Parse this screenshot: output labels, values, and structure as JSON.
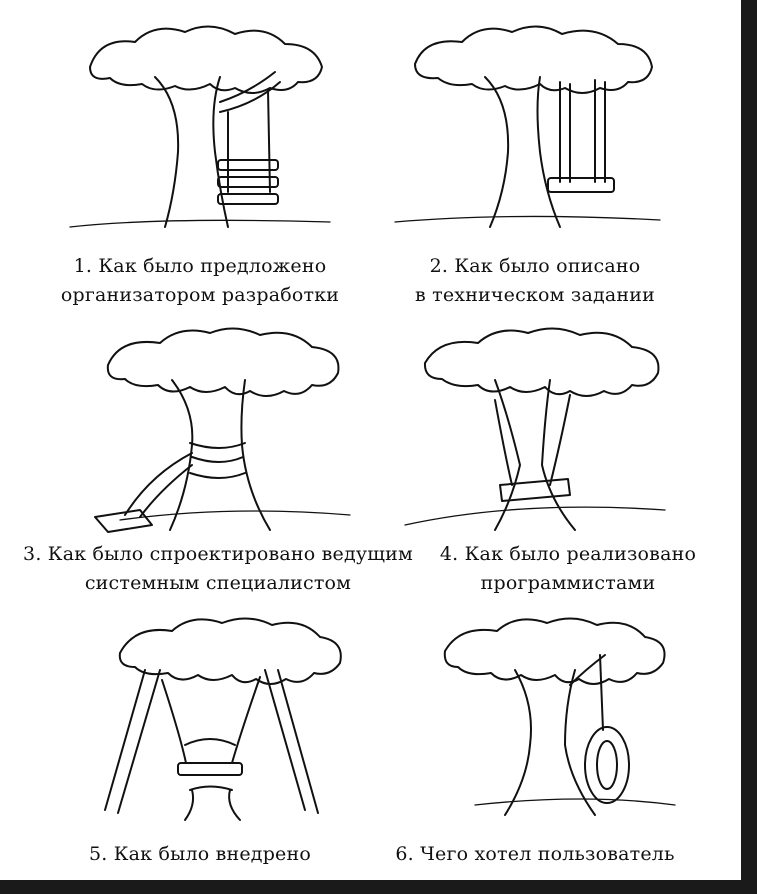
{
  "panels": [
    {
      "line1": "1. Как было предложено",
      "line2": "организатором  разработки"
    },
    {
      "line1": "2. Как было описано",
      "line2": "в  техническом  задании"
    },
    {
      "line1": "3. Как было спроектировано ведущим",
      "line2": "системным  специалистом"
    },
    {
      "line1": "4. Как было реализовано",
      "line2": "программистами"
    },
    {
      "line1": "5. Как было внедрено",
      "line2": ""
    },
    {
      "line1": "6. Чего хотел пользователь",
      "line2": ""
    }
  ]
}
